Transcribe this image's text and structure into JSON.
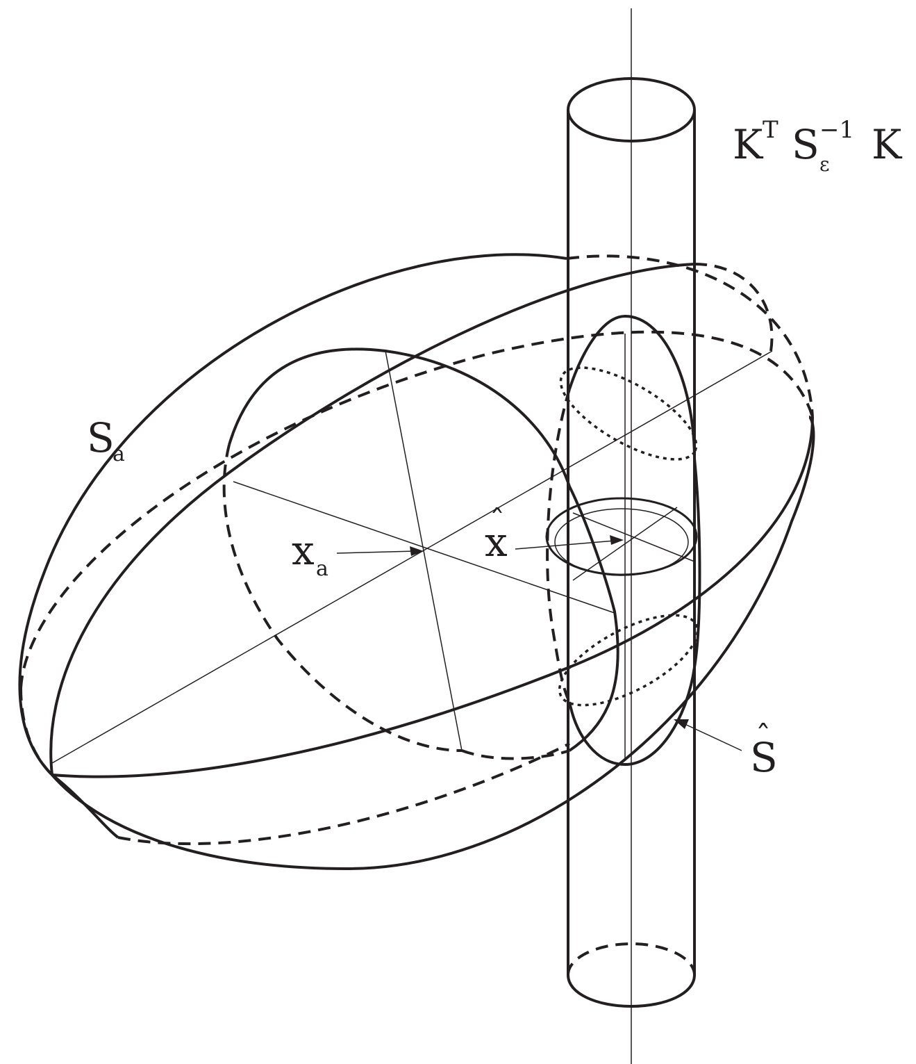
{
  "labels": {
    "constraint_main": "K",
    "constraint_sup_t": "T",
    "constraint_s": "S",
    "constraint_sub": "ε",
    "constraint_sup_inv": "−1",
    "constraint_end": "K",
    "prior_cov_main": "S",
    "prior_cov_sub": "a",
    "prior_state_main": "x",
    "prior_state_sub": "a",
    "estimate_hat": "ˆ",
    "estimate_main": "x",
    "posterior_cov_hat": "ˆ",
    "posterior_cov_main": "S"
  }
}
